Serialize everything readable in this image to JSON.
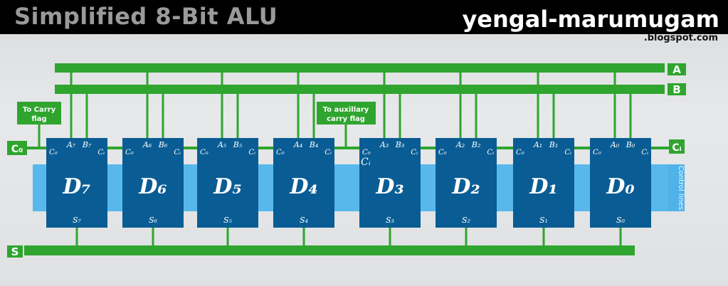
{
  "header": {
    "title": "Simplified 8-Bit ALU",
    "brand": "yengal-marumugam",
    "brand_sub": ".blogspot.com"
  },
  "buses": {
    "a_label": "A",
    "b_label": "B",
    "s_label": "S",
    "carry_in_left": "C₀",
    "carry_in_right": "Cᵢ",
    "control_label": "Control lines"
  },
  "callouts": {
    "carry_flag": [
      "To Carry",
      "flag"
    ],
    "aux_carry_flag": [
      "To auxillary",
      "carry flag"
    ]
  },
  "units": [
    {
      "name": "D₇",
      "a": "A₇",
      "b": "B₇",
      "co": "C₀",
      "ci": "Cᵢ",
      "s": "S₇"
    },
    {
      "name": "D₆",
      "a": "A₆",
      "b": "B₆",
      "co": "C₀",
      "ci": "Cᵢ",
      "s": "S₆"
    },
    {
      "name": "D₅",
      "a": "A₅",
      "b": "B₅",
      "co": "C₀",
      "ci": "Cᵢ",
      "s": "S₅"
    },
    {
      "name": "D₄",
      "a": "A₄",
      "b": "B₄",
      "co": "C₀",
      "ci": "Cᵢ",
      "s": "S₄"
    },
    {
      "name": "D₃",
      "a": "A₃",
      "b": "B₃",
      "co": "C₀",
      "ci": "Cᵢ",
      "s": "S₃"
    },
    {
      "name": "D₂",
      "a": "A₂",
      "b": "B₂",
      "co": "C₀",
      "ci": "Cᵢ",
      "s": "S₂"
    },
    {
      "name": "D₁",
      "a": "A₁",
      "b": "B₁",
      "co": "C₀",
      "ci": "Cᵢ",
      "s": "S₁"
    },
    {
      "name": "D₀",
      "a": "A₀",
      "b": "B₀",
      "co": "C₀",
      "ci": "Cᵢ",
      "s": "S₀"
    }
  ],
  "d3_extra_label": "Cᵢ",
  "colors": {
    "bus_green": "#2fa52f",
    "unit_blue": "#0a5d94",
    "control_band": "#58b8ec",
    "text_white": "#ffffff"
  }
}
